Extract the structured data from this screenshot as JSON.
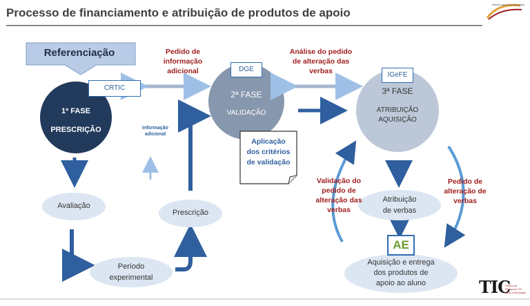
{
  "title": "Processo de financiamento e atribuição de produtos de apoio",
  "logo": {
    "text": "direção-geral da educação"
  },
  "referral": {
    "label": "Referenciação"
  },
  "phase1": {
    "title": "1ª FASE",
    "subtitle": "PRESCRIÇÃO",
    "entity": "CRTIC"
  },
  "phase2": {
    "title": "2ª FASE",
    "subtitle": "VALIDAÇÃO",
    "entity": "DGE"
  },
  "phase3": {
    "title": "3ª FASE",
    "subtitle_line1": "ATRIBUIÇÃO",
    "subtitle_line2": "AQUISIÇÃO",
    "entity": "IGeFE"
  },
  "flows": {
    "request_info": [
      "Pedido de",
      "informação",
      "adicional"
    ],
    "analysis": [
      "Análise do pedido",
      "de alteração das",
      "verbas"
    ],
    "additional_info": [
      "Informação",
      "adicional"
    ],
    "validation_request": [
      "Validação do",
      "pedido de",
      "alteração das",
      "verbas"
    ],
    "change_request": [
      "Pedido de",
      "alteração de",
      "verbas"
    ]
  },
  "criteria": [
    "Aplicação",
    "dos critérios",
    "de validação"
  ],
  "steps": {
    "evaluation": "Avaliação",
    "experimental_line1": "Período",
    "experimental_line2": "experimental",
    "prescription": "Prescrição",
    "allocation_line1": "Atribuição",
    "allocation_line2": "de verbas",
    "acquisition": [
      "Aquisição e entrega",
      "dos produtos de",
      "apoio ao aluno"
    ]
  },
  "ae": "AE",
  "tic": {
    "label": "TIC",
    "sub": "Centro de Recursos TIC para a Educação"
  },
  "colors": {
    "dark_blue": "#223a5c",
    "mid_blue": "#2f5f9e",
    "light_oval": "#dce6f3",
    "red_text": "#a01e1e"
  }
}
